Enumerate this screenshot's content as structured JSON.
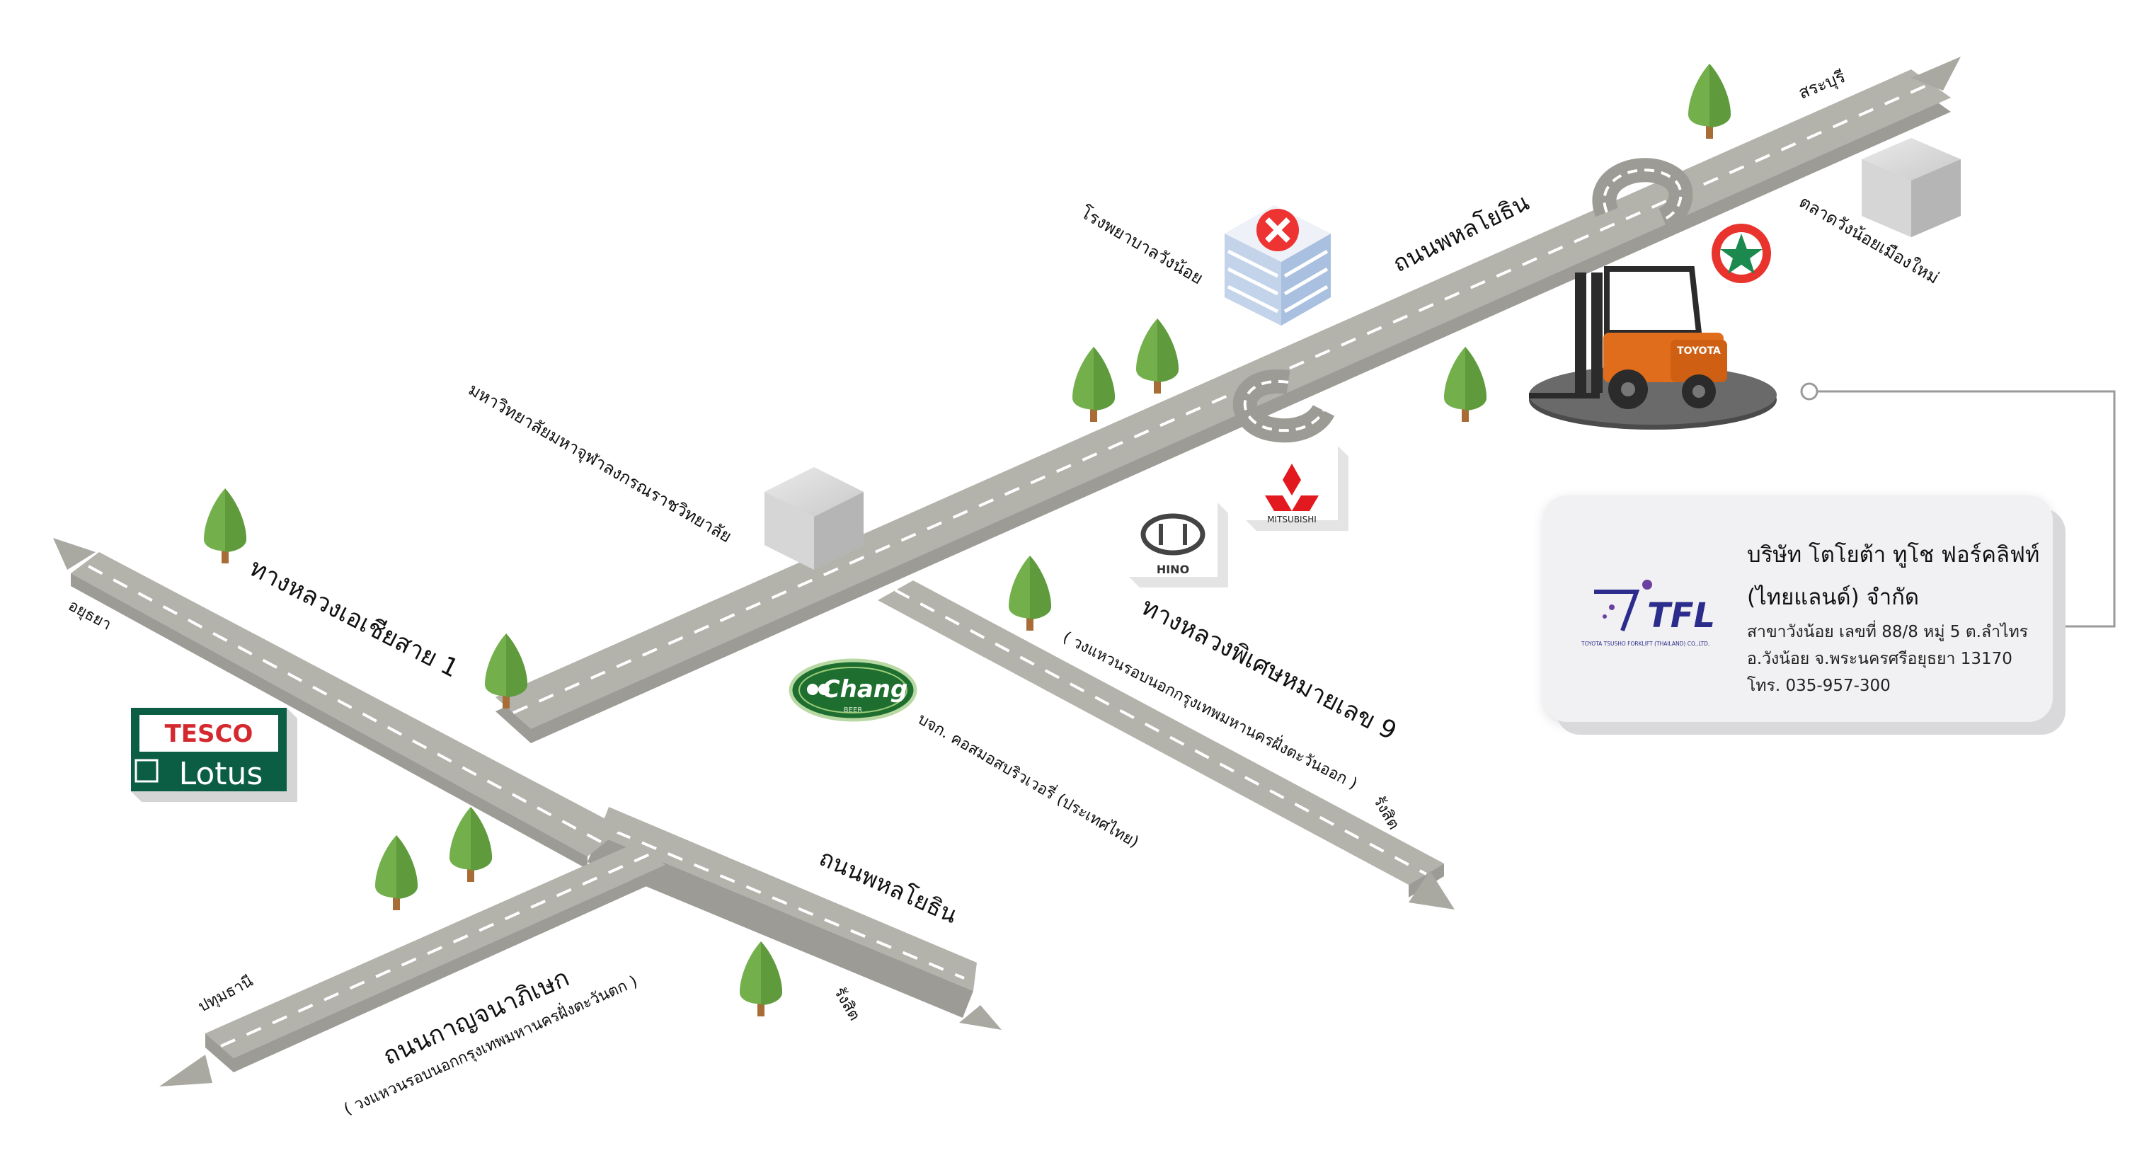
{
  "roads": {
    "phahon_upper": "ถนนพหลโยธิน",
    "phahon_lower": "ถนนพหลโยธิน",
    "asian_highway": "ทางหลวงเอเชียสาย 1",
    "special_highway": "ทางหลวงพิเศษหมายเลข 9",
    "special_highway_sub": "( วงแหวนรอบนอกกรุงเทพมหานครฝั่งตะวันออก )",
    "kanchanaphisek": "ถนนกาญจนาภิเษก",
    "kanchanaphisek_sub": "( วงแหวนรอบนอกกรุงเทพมหานครฝั่งตะวันตก )"
  },
  "directions": {
    "saraburi": "สระบุรี",
    "ayutthaya": "อยุธยา",
    "rangsit_right": "รังสิต",
    "rangsit_bottom": "รังสิต",
    "pathum_thani": "ปทุมธานี"
  },
  "landmarks": {
    "hospital": "โรงพยาบาลวังน้อย",
    "market": "ตลาดวังน้อยเมืองใหม่",
    "university": "มหาวิทยาลัยมหาจุฬาลงกรณราชวิทยาลัย",
    "brewery": "บจก. คอสมอสบริวเวอรี่ (ประเทศไทย)"
  },
  "logos": {
    "tesco_top": "TESCO",
    "tesco_bottom": "Lotus",
    "chang": "Chang",
    "chang_sub": "BEER",
    "mitsubishi": "MITSUBISHI",
    "hino": "HINO",
    "forklift_brand": "TOYOTA",
    "ttfl_mark": "TFL",
    "ttfl_full": "TOYOTA TSUSHO FORKLIFT (THAILAND) CO.,LTD."
  },
  "company": {
    "name_line1": "บริษัท โตโยต้า ทูโช ฟอร์คลิฟท์",
    "name_line2": "(ไทยแลนด์) จำกัด",
    "branch": "สาขาวังน้อย  เลขที่ 88/8 หมู่ 5 ต.ลำไทร",
    "district": "อ.วังน้อย จ.พระนครศรีอยุธยา 13170",
    "phone": "โทร. 035-957-300"
  },
  "colors": {
    "road": "#b3b2ab",
    "road_edge": "#8e8d87",
    "tree": "#73b04c",
    "trunk": "#a86d37",
    "tesco_green": "#0b5d44",
    "tesco_red": "#d42a2f",
    "chang_green": "#1e6f2f",
    "forklift_orange": "#e06d1b",
    "connector": "#9a9a9a"
  }
}
